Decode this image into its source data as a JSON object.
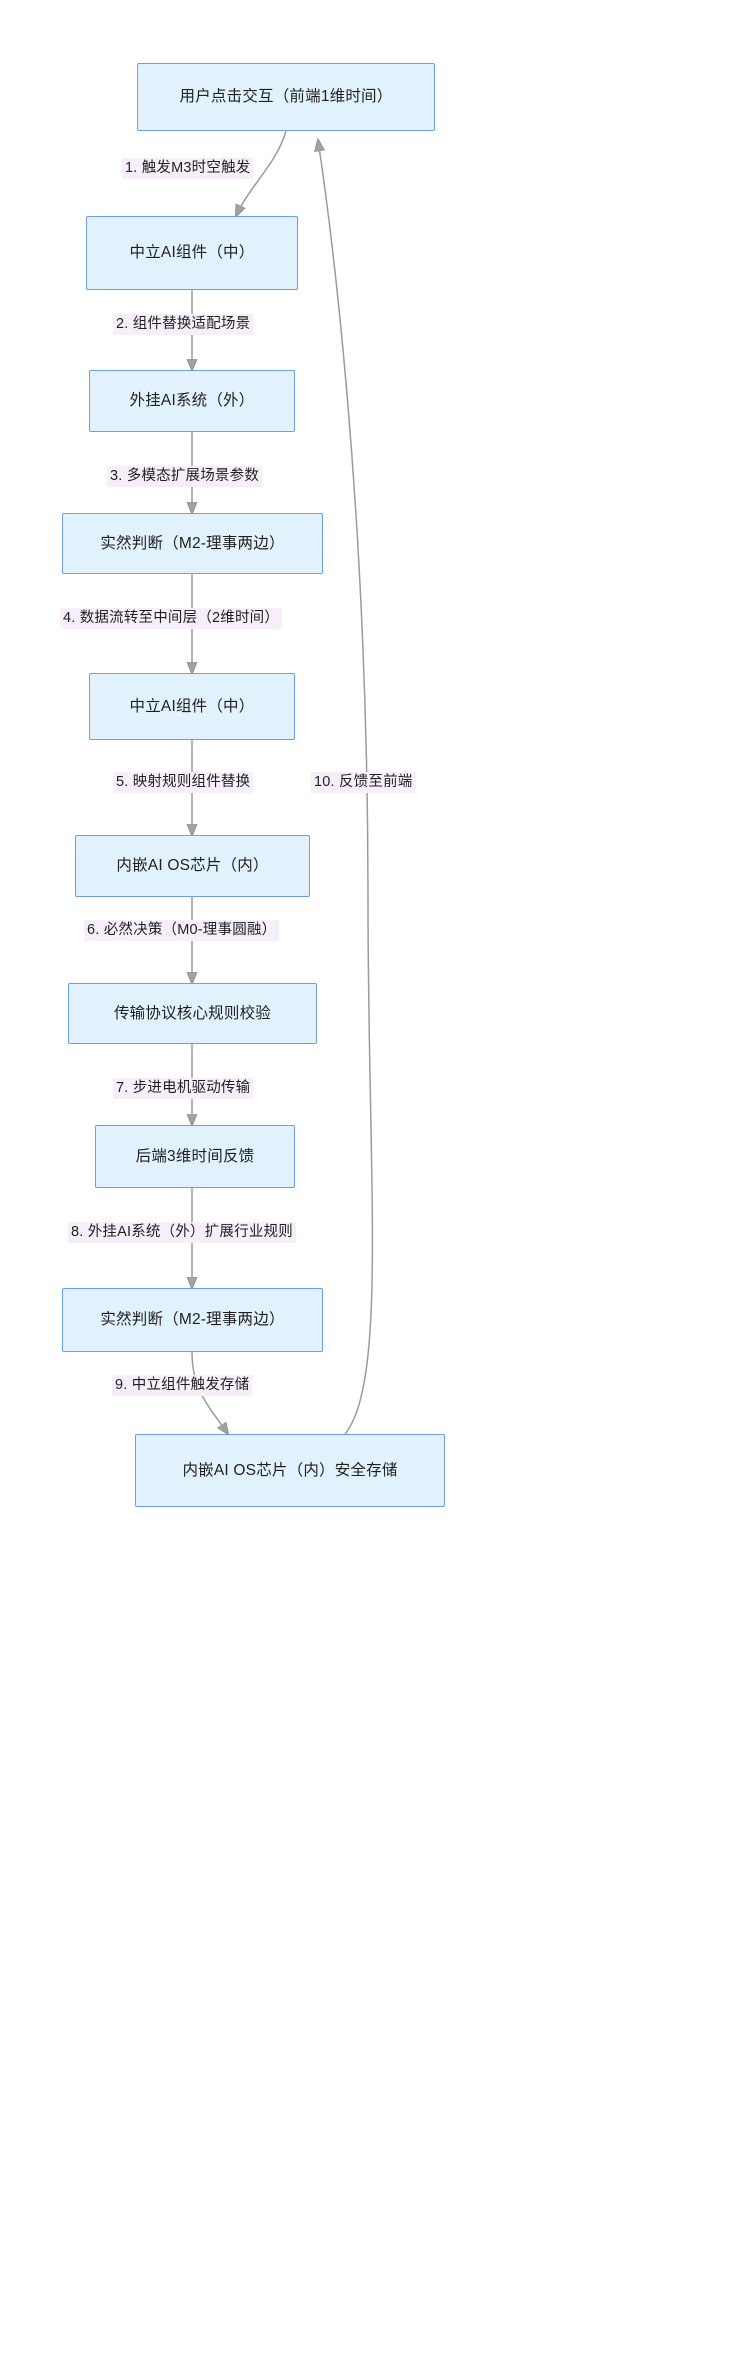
{
  "diagram": {
    "type": "flowchart",
    "direction": "top-to-bottom",
    "colors": {
      "node_fill": "#e2f2fd",
      "node_border": "#6c9eeb",
      "node_text": "#1f1f1f",
      "edge_line": "#999999",
      "edge_label_bg": "#f6effa",
      "edge_label_text": "#1f1f1f",
      "canvas": "#ffffff"
    },
    "nodes": [
      {
        "id": "n1",
        "label": "用户点击交互（前端1维时间）"
      },
      {
        "id": "n2",
        "label": "中立AI组件（中）"
      },
      {
        "id": "n3",
        "label": "外挂AI系统（外）"
      },
      {
        "id": "n4",
        "label": "实然判断（M2-理事两边）"
      },
      {
        "id": "n5",
        "label": "中立AI组件（中）"
      },
      {
        "id": "n6",
        "label": "内嵌AI OS芯片（内）"
      },
      {
        "id": "n7",
        "label": "传输协议核心规则校验"
      },
      {
        "id": "n8",
        "label": "后端3维时间反馈"
      },
      {
        "id": "n9",
        "label": "实然判断（M2-理事两边）"
      },
      {
        "id": "n10",
        "label": "内嵌AI OS芯片（内）安全存储"
      }
    ],
    "edges": [
      {
        "id": "e1",
        "from": "n1",
        "to": "n2",
        "label": "1. 触发M3时空触发"
      },
      {
        "id": "e2",
        "from": "n2",
        "to": "n3",
        "label": "2. 组件替换适配场景"
      },
      {
        "id": "e3",
        "from": "n3",
        "to": "n4",
        "label": "3. 多模态扩展场景参数"
      },
      {
        "id": "e4",
        "from": "n4",
        "to": "n5",
        "label": "4. 数据流转至中间层（2维时间）"
      },
      {
        "id": "e5",
        "from": "n5",
        "to": "n6",
        "label": "5. 映射规则组件替换"
      },
      {
        "id": "e6",
        "from": "n6",
        "to": "n7",
        "label": "6. 必然决策（M0-理事圆融）"
      },
      {
        "id": "e7",
        "from": "n7",
        "to": "n8",
        "label": "7. 步进电机驱动传输"
      },
      {
        "id": "e8",
        "from": "n8",
        "to": "n9",
        "label": "8. 外挂AI系统（外）扩展行业规则"
      },
      {
        "id": "e9",
        "from": "n9",
        "to": "n10",
        "label": "9. 中立组件触发存储"
      },
      {
        "id": "e10",
        "from": "n10",
        "to": "n1",
        "label": "10. 反馈至前端"
      }
    ]
  }
}
